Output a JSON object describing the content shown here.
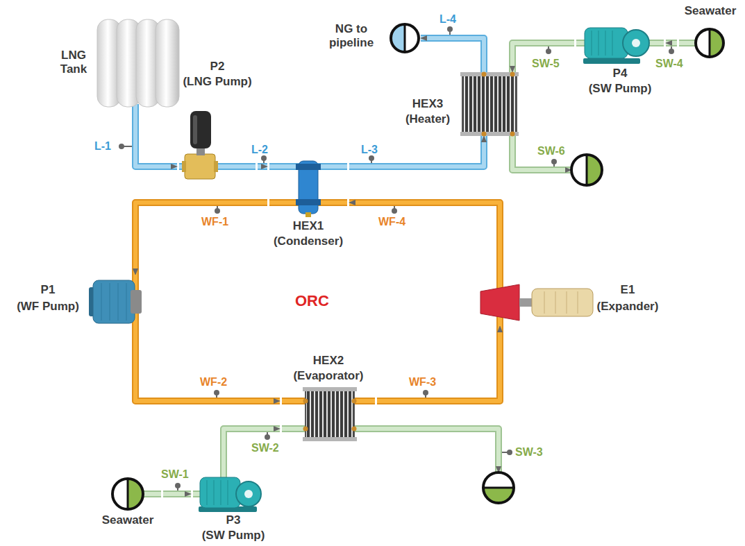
{
  "diagram": {
    "nodes": [
      {
        "text": [
          "LNG Tank"
        ]
      },
      {
        "text": [
          "P2",
          "(LNG Pump)"
        ]
      },
      {
        "text": [
          "HEX1",
          "(Condenser)"
        ]
      },
      {
        "text": [
          "HEX3",
          "(Heater)"
        ]
      },
      {
        "text": [
          "P4",
          "(SW Pump)"
        ]
      },
      {
        "text": [
          "NG to pipeline"
        ]
      },
      {
        "text": [
          "Seawater"
        ]
      },
      {
        "text": [
          "P1",
          "(WF Pump)"
        ]
      },
      {
        "text": [
          "E1",
          "(Expander)"
        ]
      },
      {
        "text": [
          "HEX2",
          "(Evaporator)"
        ]
      },
      {
        "text": [
          "Seawater"
        ]
      },
      {
        "text": [
          "P3",
          "(SW Pump)"
        ]
      }
    ],
    "edges": [
      {
        "from": 0,
        "to": 1,
        "label": "L-1",
        "arrow": "to"
      },
      {
        "from": 1,
        "to": 2,
        "label": "L-2",
        "arrow": "to"
      },
      {
        "from": 2,
        "to": 3,
        "label": "L-3",
        "arrow": "to"
      },
      {
        "from": 3,
        "to": 5,
        "label": "L-4",
        "arrow": "to"
      },
      {
        "from": 6,
        "to": 4,
        "label": "SW-4",
        "arrow": "to"
      },
      {
        "from": 4,
        "to": 3,
        "label": "SW-5",
        "arrow": "to"
      },
      {
        "from": 2,
        "to": 7,
        "label": "WF-1",
        "arrow": "to"
      },
      {
        "from": 7,
        "to": 9,
        "label": "WF-2",
        "arrow": "to"
      },
      {
        "from": 9,
        "to": 8,
        "label": "WF-3",
        "arrow": "to"
      },
      {
        "from": 8,
        "to": 2,
        "label": "WF-4",
        "arrow": "to"
      },
      {
        "from": 10,
        "to": 11,
        "label": "SW-1",
        "arrow": "to"
      },
      {
        "from": 11,
        "to": 9,
        "label": "SW-2",
        "arrow": "to"
      }
    ],
    "labels": [
      "SW-6",
      "SW-3",
      "ORC"
    ]
  }
}
